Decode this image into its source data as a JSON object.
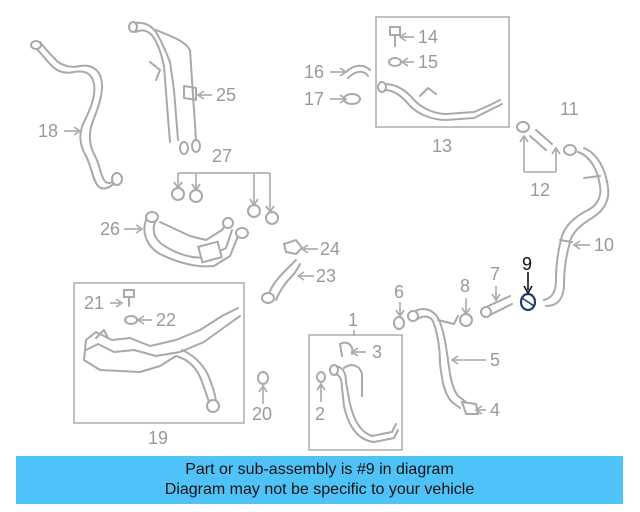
{
  "diagram": {
    "highlighted_part": "9",
    "callouts": {
      "c1": "1",
      "c2": "2",
      "c3": "3",
      "c4": "4",
      "c5": "5",
      "c6": "6",
      "c7": "7",
      "c8": "8",
      "c9": "9",
      "c10": "10",
      "c11": "11",
      "c12": "12",
      "c13": "13",
      "c14": "14",
      "c15": "15",
      "c16": "16",
      "c17": "17",
      "c18": "18",
      "c19": "19",
      "c20": "20",
      "c21": "21",
      "c22": "22",
      "c23": "23",
      "c24": "24",
      "c25": "25",
      "c26": "26",
      "c27": "27"
    },
    "colors": {
      "line": "#a9a9a9",
      "highlight": "#111111",
      "banner": "#4fc3f7"
    }
  },
  "banner": {
    "line1": "Part or sub-assembly is #9 in diagram",
    "line2": "Diagram may not be specific to your vehicle"
  }
}
